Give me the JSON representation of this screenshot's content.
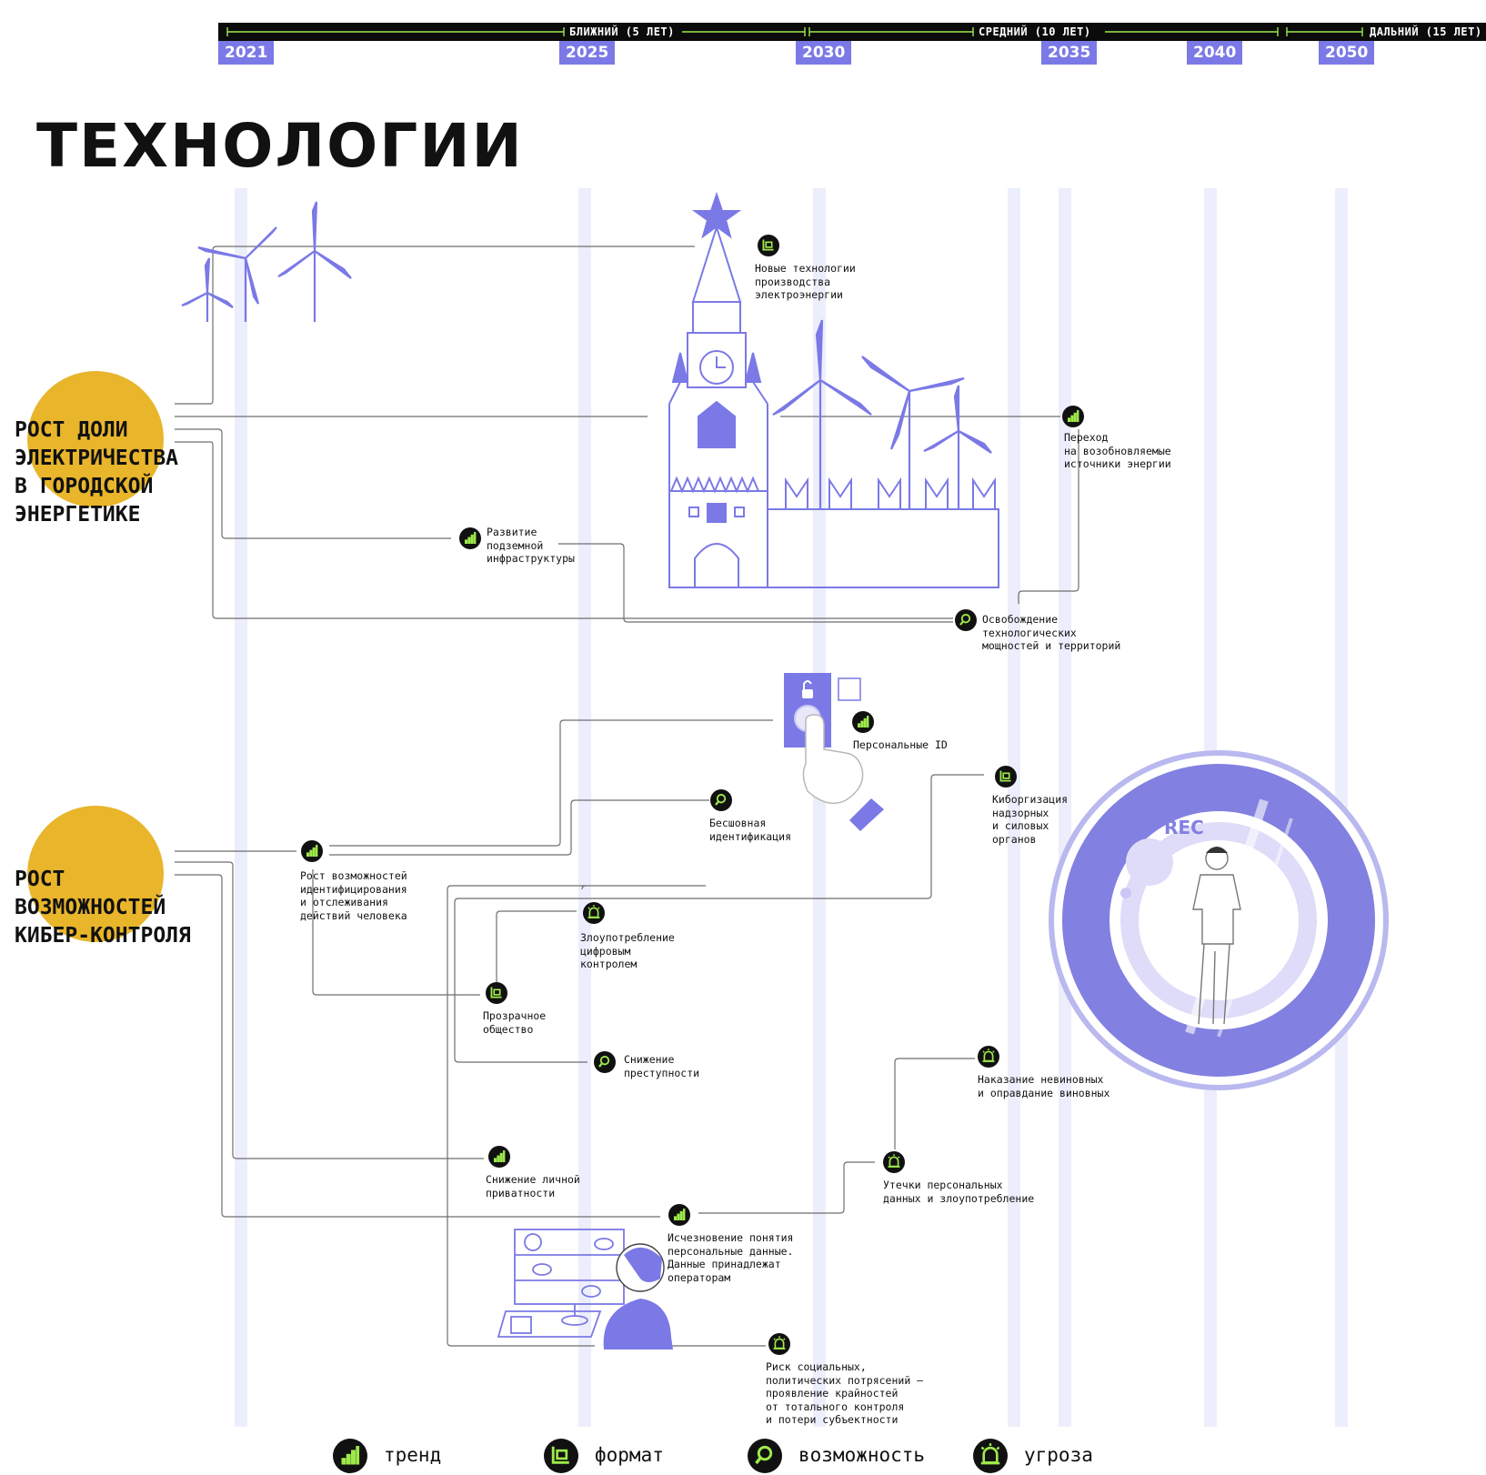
{
  "timeline": {
    "years": [
      "2021",
      "2025",
      "2030",
      "2035",
      "2040",
      "2050"
    ],
    "periods": [
      "БЛИЖНИЙ (5 ЛЕТ)",
      "СРЕДНИЙ (10 ЛЕТ)",
      "ДАЛЬНИЙ (15 ЛЕТ)"
    ]
  },
  "title": "ТЕХНОЛОГИИ",
  "groups": [
    {
      "label": "РОСТ ДОЛИ\nЭЛЕКТРИЧЕСТВА\nВ ГОРОДСКОЙ\nЭНЕРГЕТИКЕ"
    },
    {
      "label": "РОСТ\nВОЗМОЖНОСТЕЙ\nКИБЕР-КОНТРОЛЯ"
    }
  ],
  "nodes": [
    {
      "type": "format",
      "text": "Новые технологии\nпроизводства\nэлектроэнергии"
    },
    {
      "type": "trend",
      "text": "Переход\nна возобновляемые\nисточники энергии"
    },
    {
      "type": "trend",
      "text": "Развитие\nподземной\nинфраструктуры"
    },
    {
      "type": "opportunity",
      "text": "Освобождение\nтехнологических\nмощностей и территорий"
    },
    {
      "type": "trend",
      "text": "Персональные ID"
    },
    {
      "type": "format",
      "text": "Киборгизация\nнадзорных\nи силовых\nорганов"
    },
    {
      "type": "opportunity",
      "text": "Бесшовная\nидентификация"
    },
    {
      "type": "trend",
      "text": "Рост возможностей\nидентифицирования\nи отслеживания\nдействий человека"
    },
    {
      "type": "threat",
      "text": "Злоупотребление\nцифровым\nконтролем"
    },
    {
      "type": "format",
      "text": "Прозрачное\nобщество"
    },
    {
      "type": "opportunity",
      "text": "Снижение\nпреступности"
    },
    {
      "type": "threat",
      "text": "Наказание невиновных\nи оправдание виновных"
    },
    {
      "type": "trend",
      "text": "Снижение личной\nприватности"
    },
    {
      "type": "threat",
      "text": "Утечки персональных\nданных и злоупотребление"
    },
    {
      "type": "trend",
      "text": "Исчезновение понятия\nперсональные данные.\nДанные принадлежат\nоператорам"
    },
    {
      "type": "threat",
      "text": "Риск социальных,\nполитических потрясений —\nпроявление крайностей\nот тотального контроля\nи потери субъектности"
    }
  ],
  "illustration": {
    "rec_label": "REC"
  },
  "legend": [
    {
      "type": "trend",
      "label": "тренд"
    },
    {
      "type": "format",
      "label": "формат"
    },
    {
      "type": "opportunity",
      "label": "возможность"
    },
    {
      "type": "threat",
      "label": "угроза"
    }
  ],
  "colors": {
    "accent": "#7b79e6",
    "sun": "#e8b52b",
    "icon_glyph": "#9eea4a",
    "ink": "#111111"
  }
}
